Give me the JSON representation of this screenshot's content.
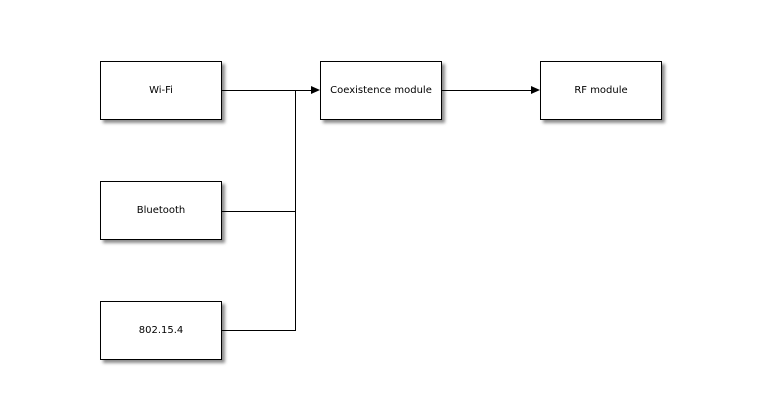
{
  "diagram": {
    "type": "block-diagram",
    "nodes": [
      {
        "id": "wifi",
        "label": "Wi-Fi"
      },
      {
        "id": "bluetooth",
        "label": "Bluetooth"
      },
      {
        "id": "ieee802154",
        "label": "802.15.4"
      },
      {
        "id": "coexistence",
        "label": "Coexistence module"
      },
      {
        "id": "rf",
        "label": "RF module"
      }
    ],
    "edges": [
      {
        "from": "wifi",
        "to": "coexistence",
        "arrow": true
      },
      {
        "from": "bluetooth",
        "to": "coexistence",
        "arrow": true,
        "via": "shared-junction"
      },
      {
        "from": "ieee802154",
        "to": "coexistence",
        "arrow": true,
        "via": "shared-junction"
      },
      {
        "from": "coexistence",
        "to": "rf",
        "arrow": true
      }
    ],
    "colors": {
      "background": "#ffffff",
      "node_fill": "#ffffff",
      "node_border": "#000000",
      "line": "#000000",
      "shadow": "#737373"
    }
  }
}
